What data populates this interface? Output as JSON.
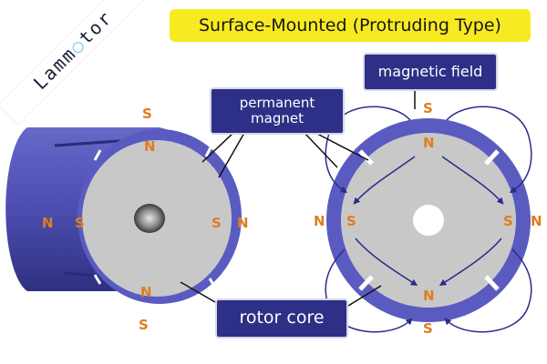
{
  "title": "Surface-Mounted (Protruding Type)",
  "labels": {
    "permanent_magnet": "permanent\nmagnet",
    "magnetic_field": "magnetic field",
    "rotor_core": "rotor core"
  },
  "watermark": {
    "left": "Lamm",
    "right": "tor"
  },
  "left_rotor_poles": [
    {
      "id": "outer-top",
      "text": "S"
    },
    {
      "id": "inner-top",
      "text": "N"
    },
    {
      "id": "outer-left",
      "text": "N"
    },
    {
      "id": "inner-left",
      "text": "S"
    },
    {
      "id": "inner-right",
      "text": "S"
    },
    {
      "id": "outer-right",
      "text": "N"
    },
    {
      "id": "inner-bottom",
      "text": "N"
    },
    {
      "id": "outer-bottom",
      "text": "S"
    }
  ],
  "right_rotor_poles": [
    {
      "id": "outer-top",
      "text": "S"
    },
    {
      "id": "inner-top",
      "text": "N"
    },
    {
      "id": "outer-left",
      "text": "N"
    },
    {
      "id": "inner-left",
      "text": "S"
    },
    {
      "id": "inner-right",
      "text": "S"
    },
    {
      "id": "outer-right",
      "text": "N"
    },
    {
      "id": "inner-bottom",
      "text": "N"
    },
    {
      "id": "outer-bottom",
      "text": "S"
    }
  ],
  "colors": {
    "magnet": "#5a5bc0",
    "magnet_dark": "#3b3c92",
    "core": "#c8c8c8",
    "pole_label": "#e07d20",
    "label_box": "#2e2f86",
    "title_box": "#f8ea20",
    "field_lines": "#2a2c8a"
  }
}
